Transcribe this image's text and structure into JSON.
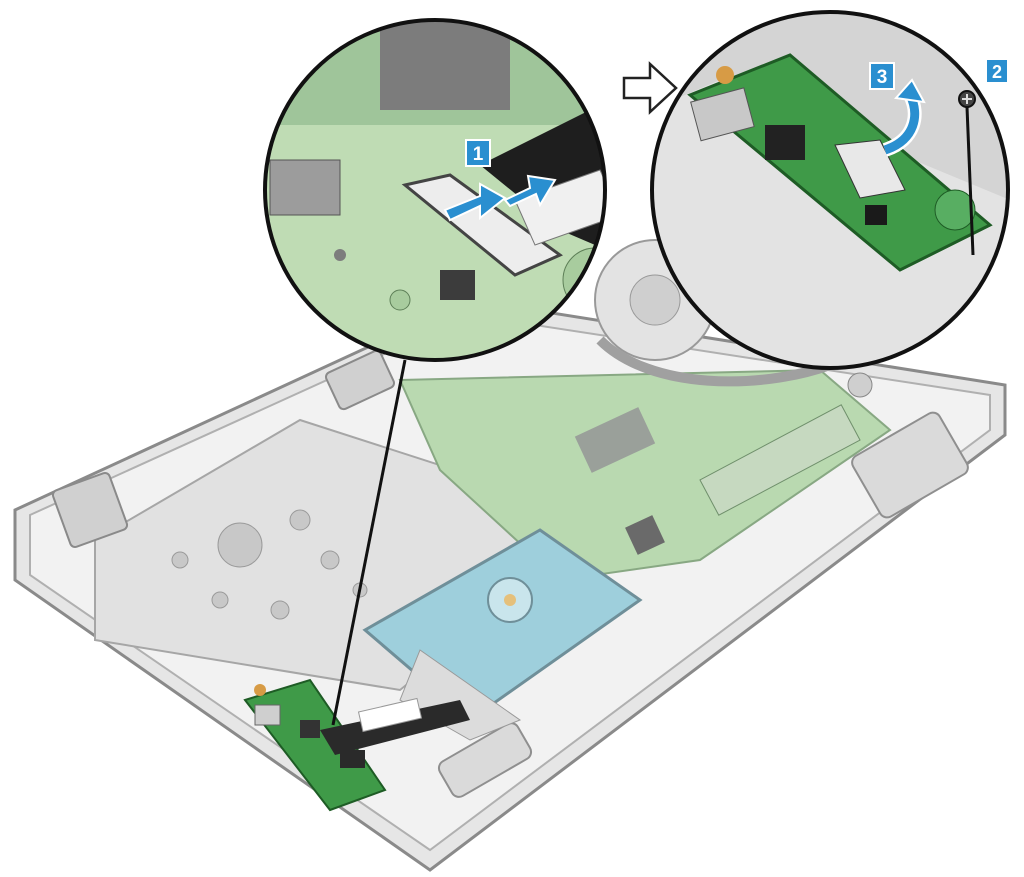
{
  "steps": [
    {
      "label": "1"
    },
    {
      "label": "2"
    },
    {
      "label": "3"
    }
  ],
  "colors": {
    "step_badge": "#2a8fd0",
    "action_arrow": "#2a8fd0",
    "board": "#3f9a48",
    "chassis": "#d9d9d9",
    "hard_drive": "#9ecfdc",
    "connector": "#1d1d1d"
  },
  "icons": {
    "next_step": "outline-right-arrow-icon",
    "action": "blue-arrow-icon",
    "screw": "screw-icon"
  }
}
